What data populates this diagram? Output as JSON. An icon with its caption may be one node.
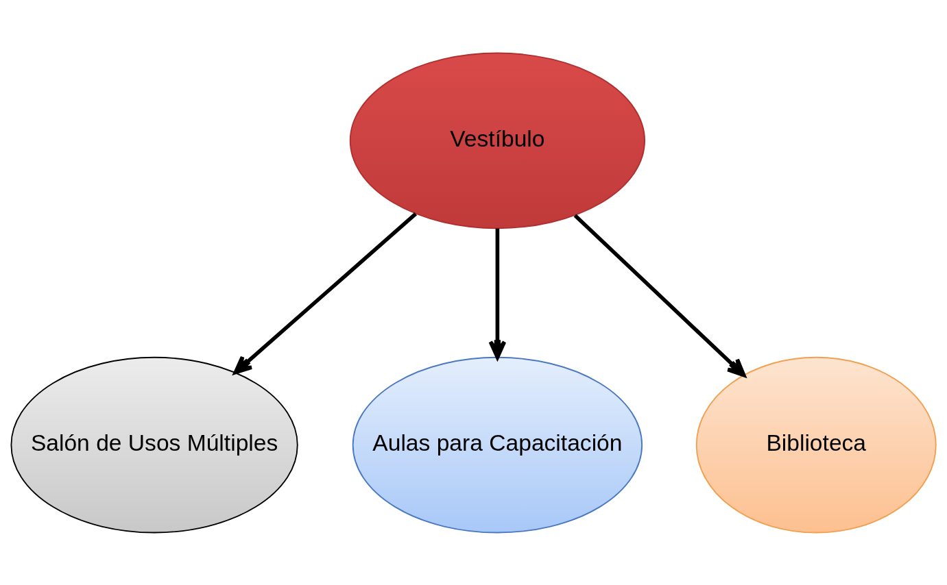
{
  "diagram": {
    "nodes": [
      {
        "text": [
          "Vestíbulo"
        ]
      },
      {
        "text": [
          "Salón de Usos Múltiples"
        ]
      },
      {
        "text": [
          "Aulas para Capacitación"
        ]
      },
      {
        "text": [
          "Biblioteca"
        ]
      }
    ],
    "edges": [
      {
        "from": 0,
        "to": 1,
        "arrow": "to"
      },
      {
        "from": 0,
        "to": 2,
        "arrow": "to"
      },
      {
        "from": 0,
        "to": 3,
        "arrow": "to"
      }
    ]
  }
}
